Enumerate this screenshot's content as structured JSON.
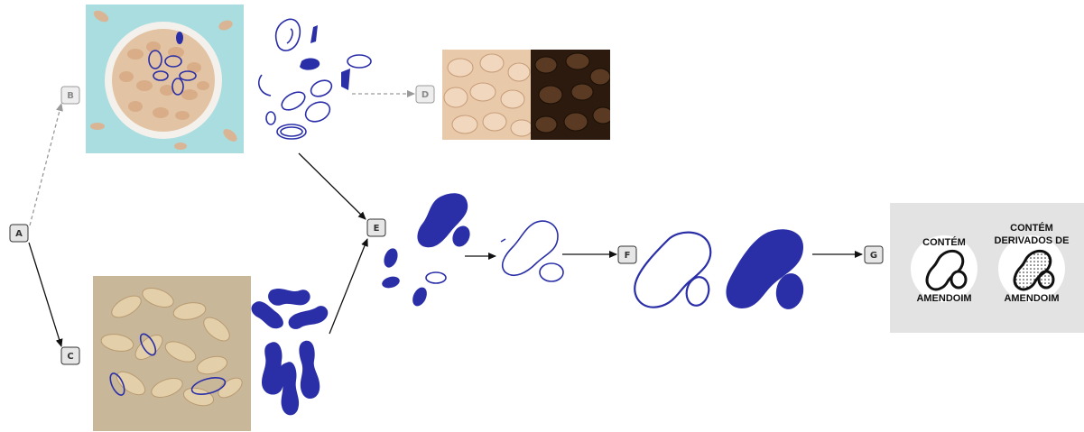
{
  "nodes": {
    "a": "A",
    "b": "B",
    "c": "C",
    "d": "D",
    "e": "E",
    "f": "F",
    "g": "G"
  },
  "badges": {
    "contains": {
      "top": "CONTÉM",
      "bottom": "AMENDOIM"
    },
    "derivatives": {
      "top_line1": "CONTÉM",
      "top_line2": "DERIVADOS DE",
      "bottom": "AMENDOIM"
    }
  },
  "colors": {
    "ink": "#2a2fa8",
    "arrow": "#111111",
    "dashed_arrow": "#9a9a9a",
    "node_fill": "#e6e6e6",
    "node_faded_fill": "#eeeeee",
    "panel": "#e3e3e3",
    "bowl_background": "#a9dde0",
    "burlap_background": "#c9b79a",
    "peanut_light": "#e8c9a9",
    "coffee": "#3a2615"
  },
  "icons": {
    "photo_bowl": "shelled-peanuts-bowl-photo",
    "photo_inshell": "inshell-peanuts-photo",
    "photo_compare": "peanuts-vs-coffee-beans-photo",
    "peanut_outline": "peanut-outline-icon",
    "peanut_filled": "peanut-filled-icon",
    "peanut_dotted": "peanut-dotted-icon"
  }
}
